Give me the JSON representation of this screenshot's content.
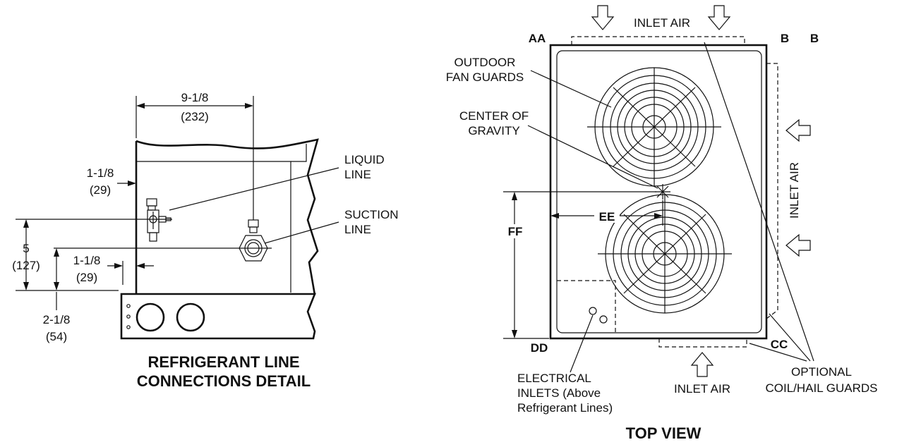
{
  "left_detail": {
    "dim_top_value": "9-1/8",
    "dim_top_mm": "(232)",
    "dim_left_offset_value": "1-1/8",
    "dim_left_offset_mm": "(29)",
    "dim_height_value": "5",
    "dim_height_mm": "(127)",
    "dim_lower_offset_value": "1-1/8",
    "dim_lower_offset_mm": "(29)",
    "dim_base_value": "2-1/8",
    "dim_base_mm": "(54)",
    "liquid_line_1": "LIQUID",
    "liquid_line_2": "LINE",
    "suction_line_1": "SUCTION",
    "suction_line_2": "LINE",
    "title_line_1": "REFRIGERANT LINE",
    "title_line_2": "CONNECTIONS DETAIL"
  },
  "top_view": {
    "inlet_air_top": "INLET AIR",
    "inlet_air_right": "INLET AIR",
    "inlet_air_bottom": "INLET AIR",
    "corner_aa": "AA",
    "corner_b1": "B",
    "corner_b2": "B",
    "corner_cc": "CC",
    "corner_dd": "DD",
    "dim_ee": "EE",
    "dim_ff": "FF",
    "fan_guards_1": "OUTDOOR",
    "fan_guards_2": "FAN GUARDS",
    "cog_1": "CENTER OF",
    "cog_2": "GRAVITY",
    "elec_1": "ELECTRICAL",
    "elec_2": "INLETS (Above",
    "elec_3": "Refrigerant Lines)",
    "guards_1": "OPTIONAL",
    "guards_2": "COIL/HAIL GUARDS",
    "title": "TOP VIEW"
  }
}
